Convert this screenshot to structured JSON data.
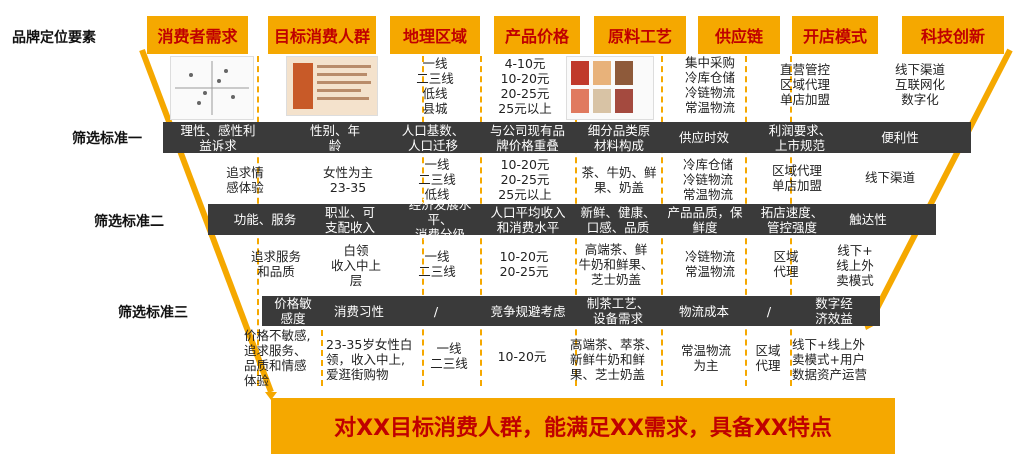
{
  "title": "品牌定位要素",
  "headers": [
    "消费者需求",
    "目标消费人群",
    "地理区域",
    "产品价格",
    "原料工艺",
    "供应链",
    "开店模式",
    "科技创新"
  ],
  "criteria": [
    "筛选标准一",
    "筛选标准二",
    "筛选标准三"
  ],
  "row0": [
    "",
    "",
    "一线\n二三线\n低线\n县城",
    "4-10元\n10-20元\n20-25元\n25元以上",
    "",
    "集中采购\n冷库仓储\n冷链物流\n常温物流",
    "直营管控\n区域代理\n单店加盟",
    "线下渠道\n互联网化\n数字化"
  ],
  "band1": [
    "理性、感性利\n益诉求",
    "性别、年\n龄",
    "人口基数、\n人口迁移",
    "与公司现有品\n牌价格重叠",
    "细分品类原\n材料构成",
    "供应时效",
    "利润要求、\n上市规范",
    "便利性"
  ],
  "row1": [
    "追求情\n感体验",
    "女性为主\n23-35",
    "一线\n二三线\n低线",
    "10-20元\n20-25元\n25元以上",
    "茶、牛奶、鲜\n果、奶盖",
    "冷库仓储\n冷链物流\n常温物流",
    "区域代理\n单店加盟",
    "线下渠道"
  ],
  "band2": [
    "功能、服务",
    "职业、可\n支配收入",
    "经济发展水平、\n消费分级",
    "人口平均收入\n和消费水平",
    "新鲜、健康、\n口感、品质",
    "产品品质，保\n鲜度",
    "拓店速度、\n管控强度",
    "触达性"
  ],
  "row2": [
    "追求服务\n和品质",
    "白领\n收入中上\n层",
    "一线\n二三线",
    "10-20元\n20-25元",
    "高端茶、鲜\n牛奶和鲜果、\n芝士奶盖",
    "冷链物流\n常温物流",
    "区域\n代理",
    "线下+\n线上外\n卖模式"
  ],
  "band3": [
    "价格敏\n感度",
    "消费习性",
    "/",
    "竞争规避考虑",
    "制茶工艺、\n设备需求",
    "物流成本",
    "/",
    "数字经\n济效益"
  ],
  "row3": [
    "价格不敏感,\n追求服务、\n品质和情感\n体验",
    "23-35岁女性白\n领，收入中上,\n爱逛街购物",
    "一线\n二三线",
    "10-20元",
    "高端茶、萃茶、\n新鲜牛奶和鲜\n果、芝士奶盖",
    "常温物流\n为主",
    "区域\n代理",
    "线下+线上外\n卖模式+用户\n数据资产运营"
  ],
  "conclusion": "对XX目标消费人群，能满足XX需求，具备XX特点",
  "colors": {
    "accent": "#f5a800",
    "headerText": "#c00000",
    "band": "#3a3a3a"
  }
}
